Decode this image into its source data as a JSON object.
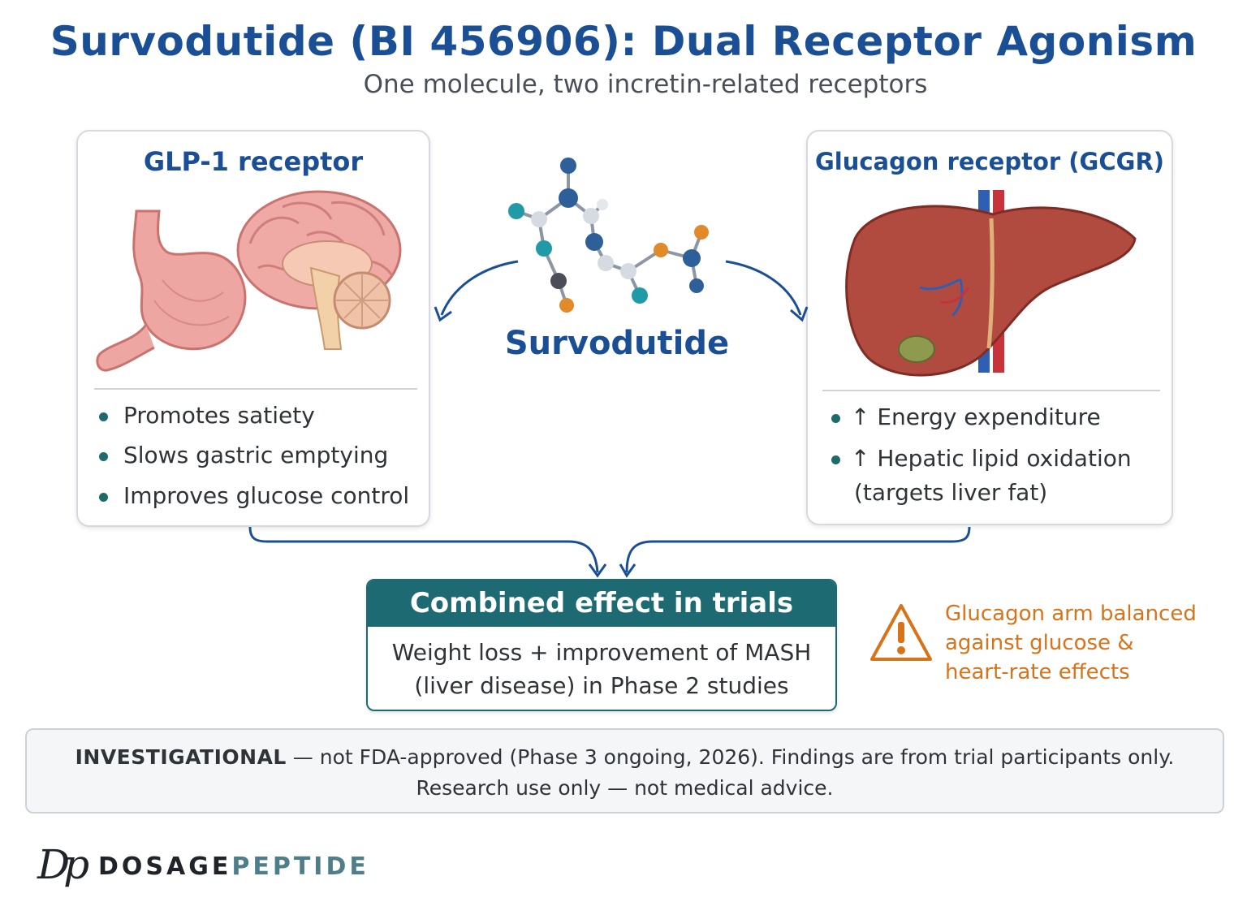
{
  "header": {
    "title": "Survodutide (BI 456906): Dual Receptor Agonism",
    "subtitle": "One molecule, two incretin-related receptors"
  },
  "left_card": {
    "title": "GLP-1 receptor",
    "bullets": [
      "Promotes satiety",
      "Slows gastric emptying",
      "Improves glucose control"
    ]
  },
  "center": {
    "label": "Survodutide"
  },
  "right_card": {
    "title": "Glucagon receptor (GCGR)",
    "bullets": [
      "↑ Energy expenditure",
      "↑ Hepatic lipid oxidation"
    ],
    "bullet_continuation": "(targets liver fat)"
  },
  "combined": {
    "heading": "Combined effect in trials",
    "line1": "Weight loss + improvement of MASH",
    "line2": "(liver disease) in Phase 2 studies"
  },
  "warning": {
    "lines": [
      "Glucagon arm balanced",
      "against glucose &",
      "heart-rate effects"
    ]
  },
  "disclaimer": {
    "bold": "INVESTIGATIONAL",
    "line1_rest": " — not FDA-approved (Phase 3 ongoing, 2026). Findings are from trial participants only.",
    "line2": "Research use only — not medical advice."
  },
  "brand": {
    "mark": "Dp",
    "part1": "DOSAGE",
    "part2": "PEPTIDE"
  },
  "colors": {
    "title_blue": "#1a4f96",
    "teal": "#1d6a73",
    "warning_orange": "#d8731a",
    "bullet_dot": "#1f6b6b"
  }
}
